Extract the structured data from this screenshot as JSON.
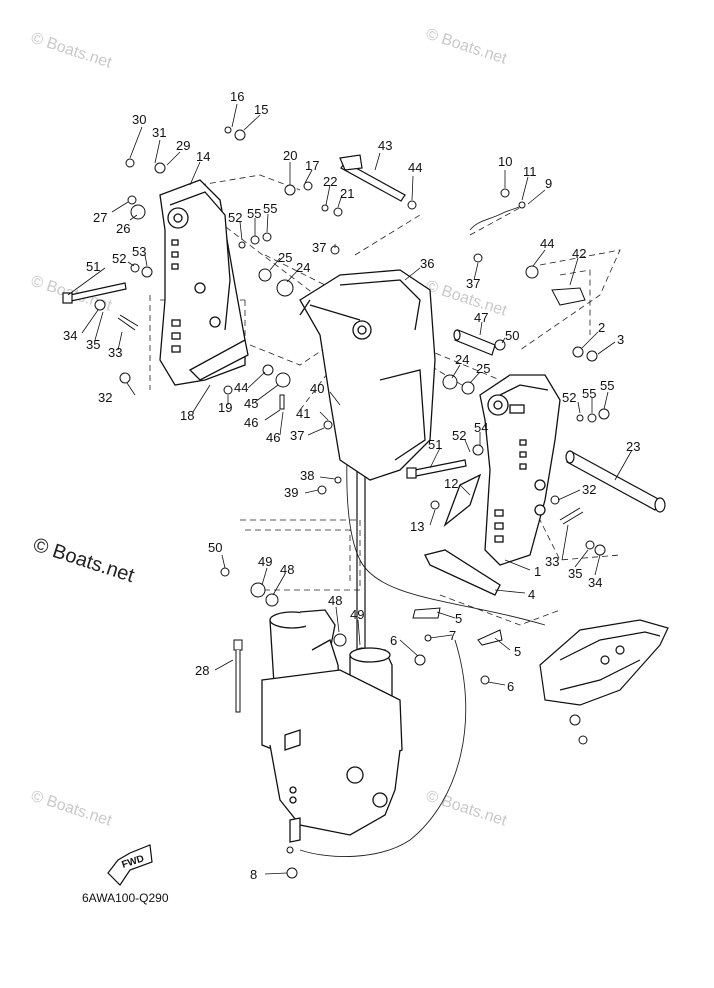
{
  "watermark": "© Boats.net",
  "part_code": "6AWA100-Q290",
  "fwd_label": "FWD",
  "callouts": {
    "c1": "1",
    "c2": "2",
    "c3": "3",
    "c4": "4",
    "c5a": "5",
    "c5b": "5",
    "c6a": "6",
    "c6b": "6",
    "c7": "7",
    "c8": "8",
    "c9": "9",
    "c10": "10",
    "c11": "11",
    "c12": "12",
    "c13": "13",
    "c14": "14",
    "c15": "15",
    "c16": "16",
    "c17": "17",
    "c18": "18",
    "c19": "19",
    "c20": "20",
    "c21": "21",
    "c22": "22",
    "c23": "23",
    "c24a": "24",
    "c24b": "24",
    "c25a": "25",
    "c25b": "25",
    "c26": "26",
    "c27": "27",
    "c28": "28",
    "c29": "29",
    "c30": "30",
    "c31": "31",
    "c32a": "32",
    "c32b": "32",
    "c33a": "33",
    "c33b": "33",
    "c34a": "34",
    "c34b": "34",
    "c35a": "35",
    "c35b": "35",
    "c36": "36",
    "c37a": "37",
    "c37b": "37",
    "c37c": "37",
    "c38": "38",
    "c39": "39",
    "c40": "40",
    "c41": "41",
    "c42": "42",
    "c43": "43",
    "c44a": "44",
    "c44b": "44",
    "c44c": "44",
    "c45": "45",
    "c46a": "46",
    "c46b": "46",
    "c47": "47",
    "c48a": "48",
    "c48b": "48",
    "c49a": "49",
    "c49b": "49",
    "c50a": "50",
    "c50b": "50",
    "c51a": "51",
    "c51b": "51",
    "c52a": "52",
    "c52b": "52",
    "c52c": "52",
    "c52d": "52",
    "c53": "53",
    "c54": "54",
    "c55a": "55",
    "c55b": "55",
    "c55c": "55",
    "c55d": "55"
  }
}
